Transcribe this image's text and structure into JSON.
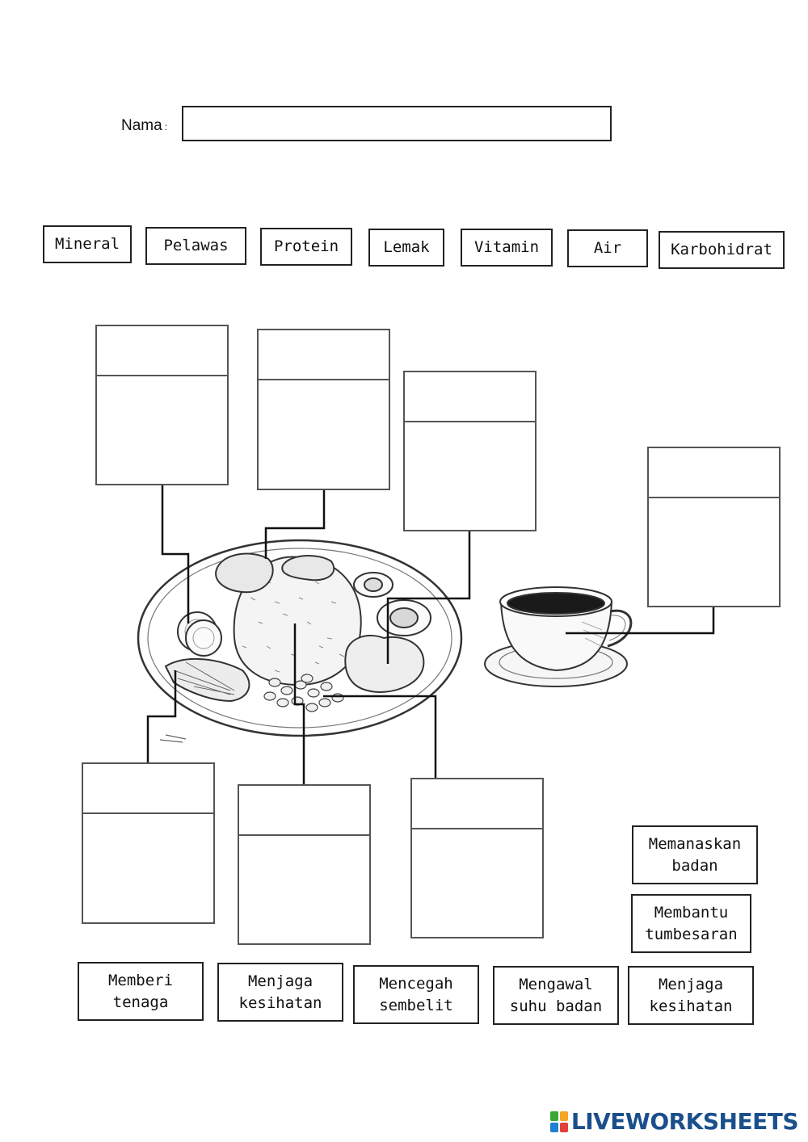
{
  "header": {
    "name_label": "Nama",
    "name_colon": ":",
    "name_value": ""
  },
  "nutrient_chips": [
    "Mineral",
    "Pelawas",
    "Protein",
    "Lemak",
    "Vitamin",
    "Air",
    "Karbohidrat"
  ],
  "function_chips": [
    "Memanaskan\nbadan",
    "Membantu\ntumbesaran",
    "Memberi\ntenaga",
    "Menjaga\nkesihatan",
    "Mencegah\nsembelit",
    "Mengawal\nsuhu badan",
    "Menjaga\nkesihatan"
  ],
  "illustration": {
    "plate_icon": "nasi-lemak-plate-icon",
    "cup_icon": "coffee-cup-icon"
  },
  "brand": {
    "text": "LIVEWORKSHEETS",
    "colors": [
      "#3aa635",
      "#f5a623",
      "#1f7fd1",
      "#e2403a"
    ]
  }
}
